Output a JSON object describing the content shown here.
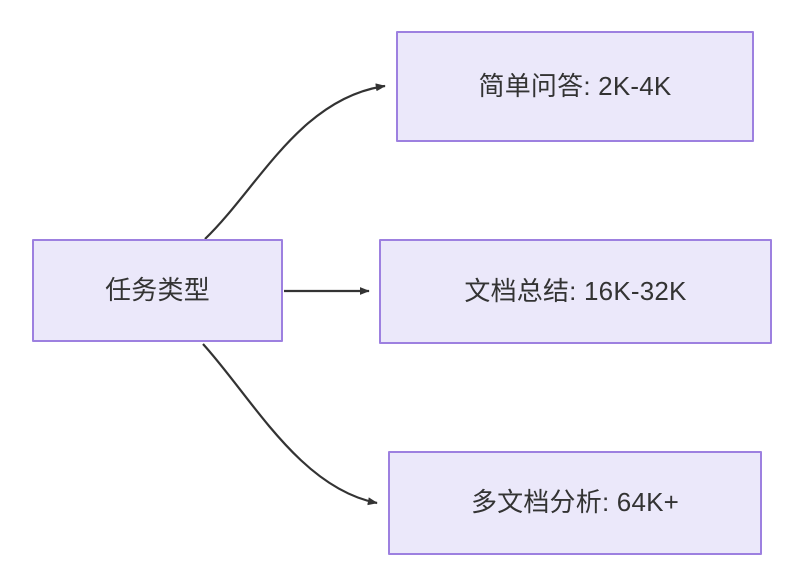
{
  "diagram": {
    "type": "flowchart",
    "direction": "left-to-right",
    "background_color": "#ffffff",
    "node_fill_color": "#ebe8fa",
    "node_border_color": "#9d80e0",
    "node_text_color": "#333333",
    "edge_color": "#333333",
    "nodes": [
      {
        "id": "root",
        "label": "任务类型",
        "role": "source"
      },
      {
        "id": "simple-qa",
        "label": "简单问答: 2K-4K",
        "role": "target"
      },
      {
        "id": "doc-summary",
        "label": "文档总结: 16K-32K",
        "role": "target"
      },
      {
        "id": "multi-doc",
        "label": "多文档分析: 64K+",
        "role": "target"
      }
    ],
    "edges": [
      {
        "from": "root",
        "to": "simple-qa",
        "style": "curved",
        "arrow": "filled-triangle",
        "label": ""
      },
      {
        "from": "root",
        "to": "doc-summary",
        "style": "straight",
        "arrow": "filled-triangle",
        "label": ""
      },
      {
        "from": "root",
        "to": "multi-doc",
        "style": "curved",
        "arrow": "filled-triangle",
        "label": ""
      }
    ]
  }
}
